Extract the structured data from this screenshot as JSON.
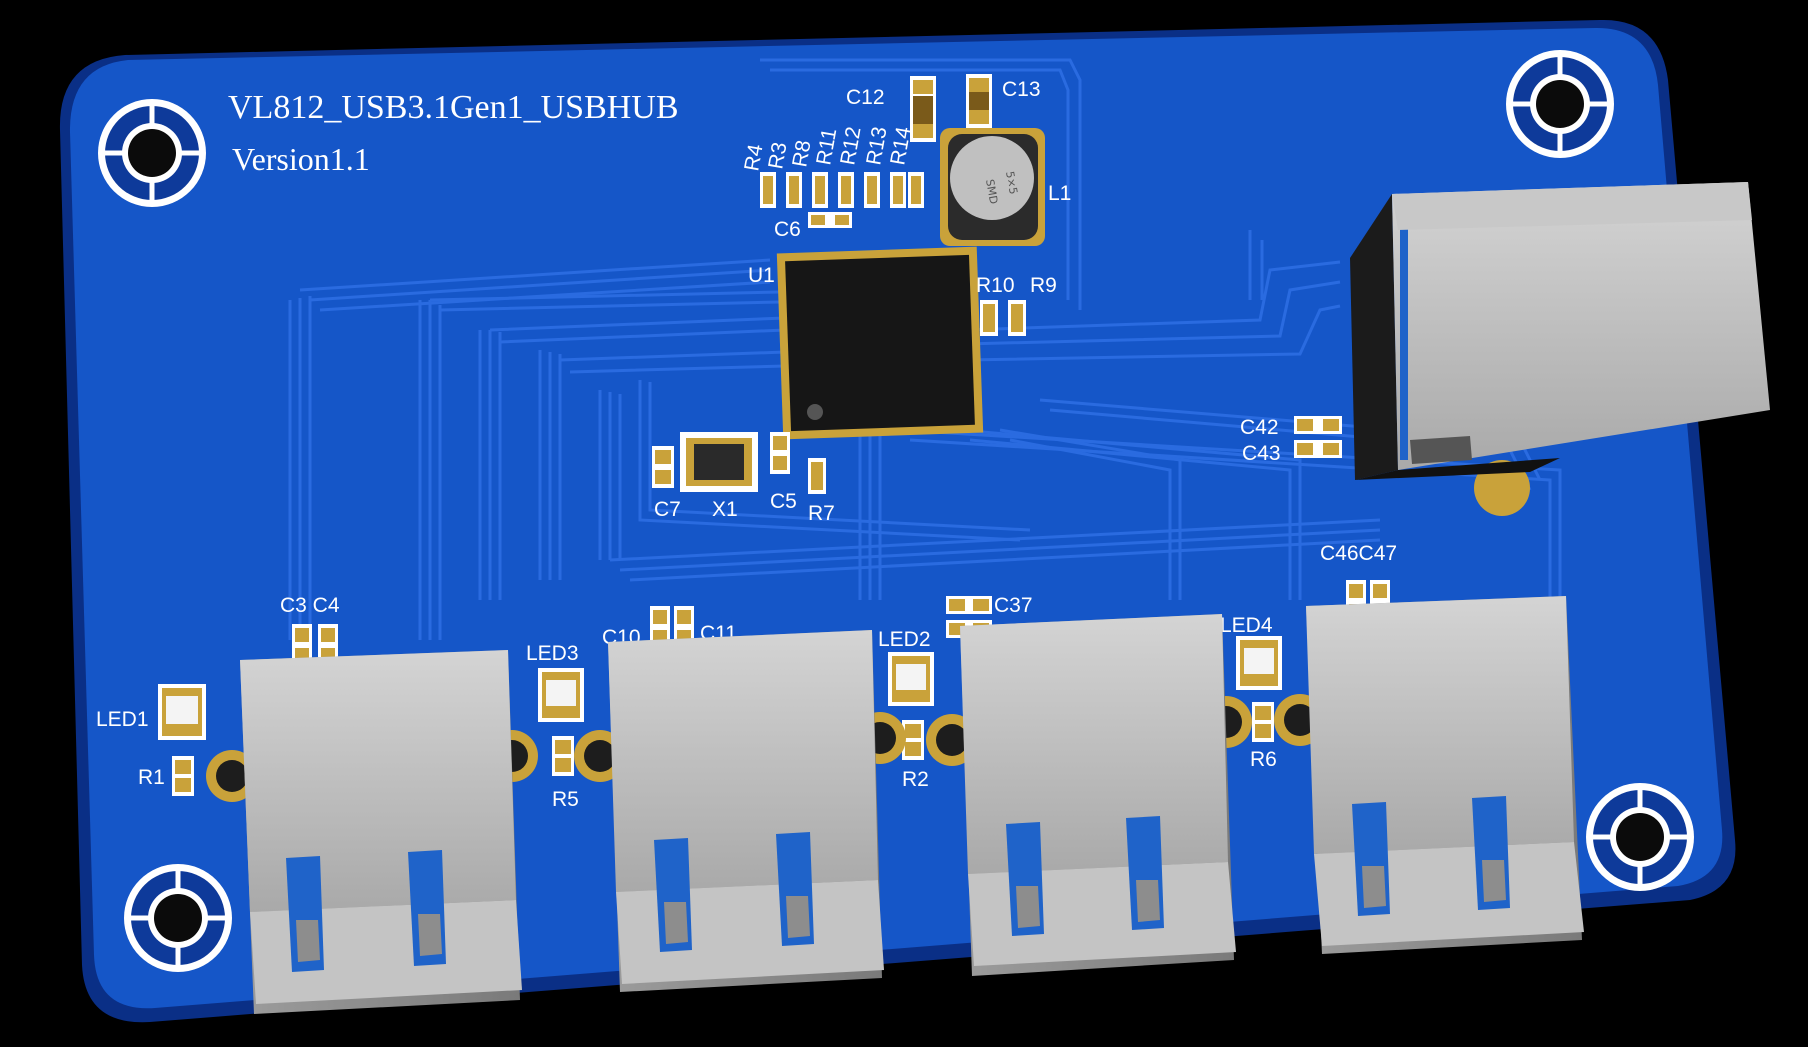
{
  "board": {
    "title": "VL812_USB3.1Gen1_USBHUB",
    "version": "Version1.1",
    "colors": {
      "background": "#000000",
      "pcb": "#1556c8",
      "pcb_edge": "#0a2f86",
      "trace": "#2a6be0",
      "silkscreen": "#ffffff",
      "connector_metal": "#b9b9b9",
      "usb3_insert": "#1f63c9",
      "chip": "#161616",
      "gold": "#c9a23a"
    }
  },
  "labels": {
    "c12": "C12",
    "c13": "C13",
    "l1": "L1",
    "r4": "R4",
    "r3": "R3",
    "r8": "R8",
    "r11": "R11",
    "r12": "R12",
    "r13": "R13",
    "r14": "R14",
    "c6": "C6",
    "u1": "U1",
    "r10": "R10",
    "r9": "R9",
    "c7": "C7",
    "x1": "X1",
    "c5": "C5",
    "r7": "R7",
    "c42": "C42",
    "c43": "C43",
    "c46c47": "C46C47",
    "c3c4": "C3 C4",
    "c37": "C37",
    "led1": "LED1",
    "r1": "R1",
    "led3": "LED3",
    "r5": "R5",
    "c10": "C10",
    "c11": "C11",
    "led2": "LED2",
    "r2": "R2",
    "led4": "LED4",
    "r6": "R6"
  },
  "inductor_marking": {
    "line1": "SMD",
    "line2": "5×5"
  }
}
